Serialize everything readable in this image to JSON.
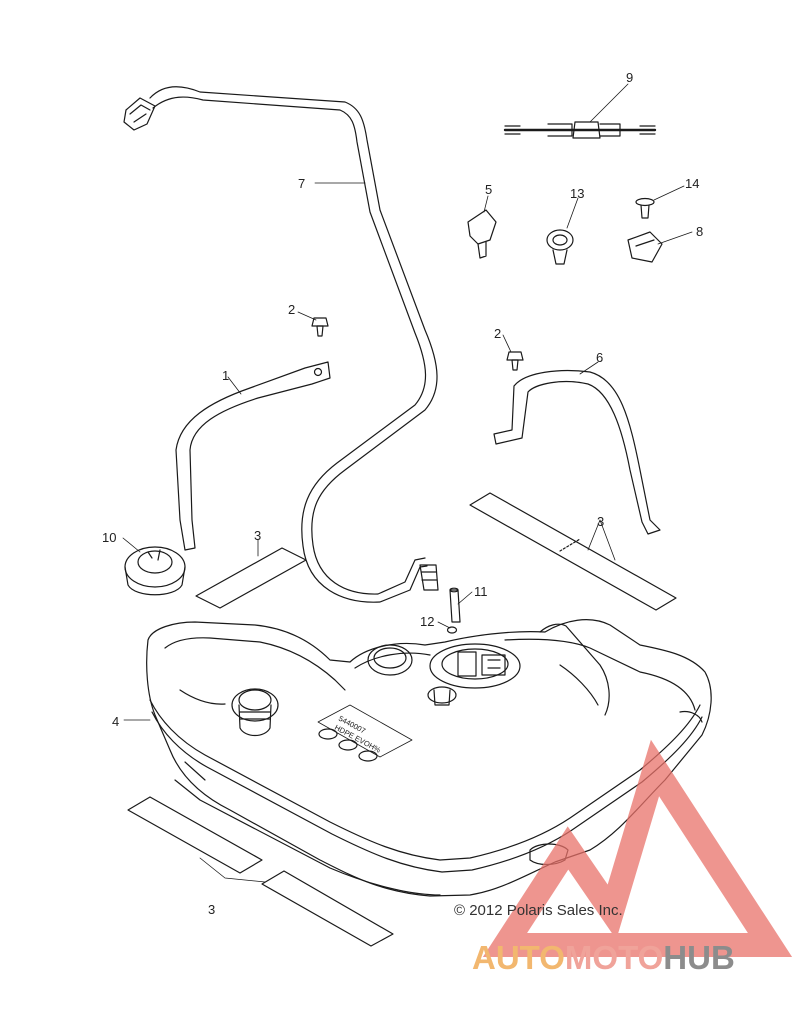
{
  "diagram": {
    "callouts": {
      "c1": "1",
      "c2a": "2",
      "c2b": "2",
      "c3a": "3",
      "c3b": "3",
      "c3c": "3",
      "c4": "4",
      "c5": "5",
      "c6": "6",
      "c7": "7",
      "c8": "8",
      "c9": "9",
      "c10": "10",
      "c11": "11",
      "c12": "12",
      "c13": "13",
      "c14": "14"
    },
    "copyright": "© 2012 Polaris Sales Inc.",
    "tank_label_lines": [
      "5440007",
      "HDPE EVOH%"
    ]
  },
  "watermark": {
    "brand_part1": "AUTO",
    "brand_part2": "MOTO",
    "brand_part3": "HUB",
    "colors": {
      "triangle": "#e8726a",
      "part1": "#f2b76f",
      "part2": "#f0a39a",
      "part3": "#8c8c8c"
    }
  }
}
